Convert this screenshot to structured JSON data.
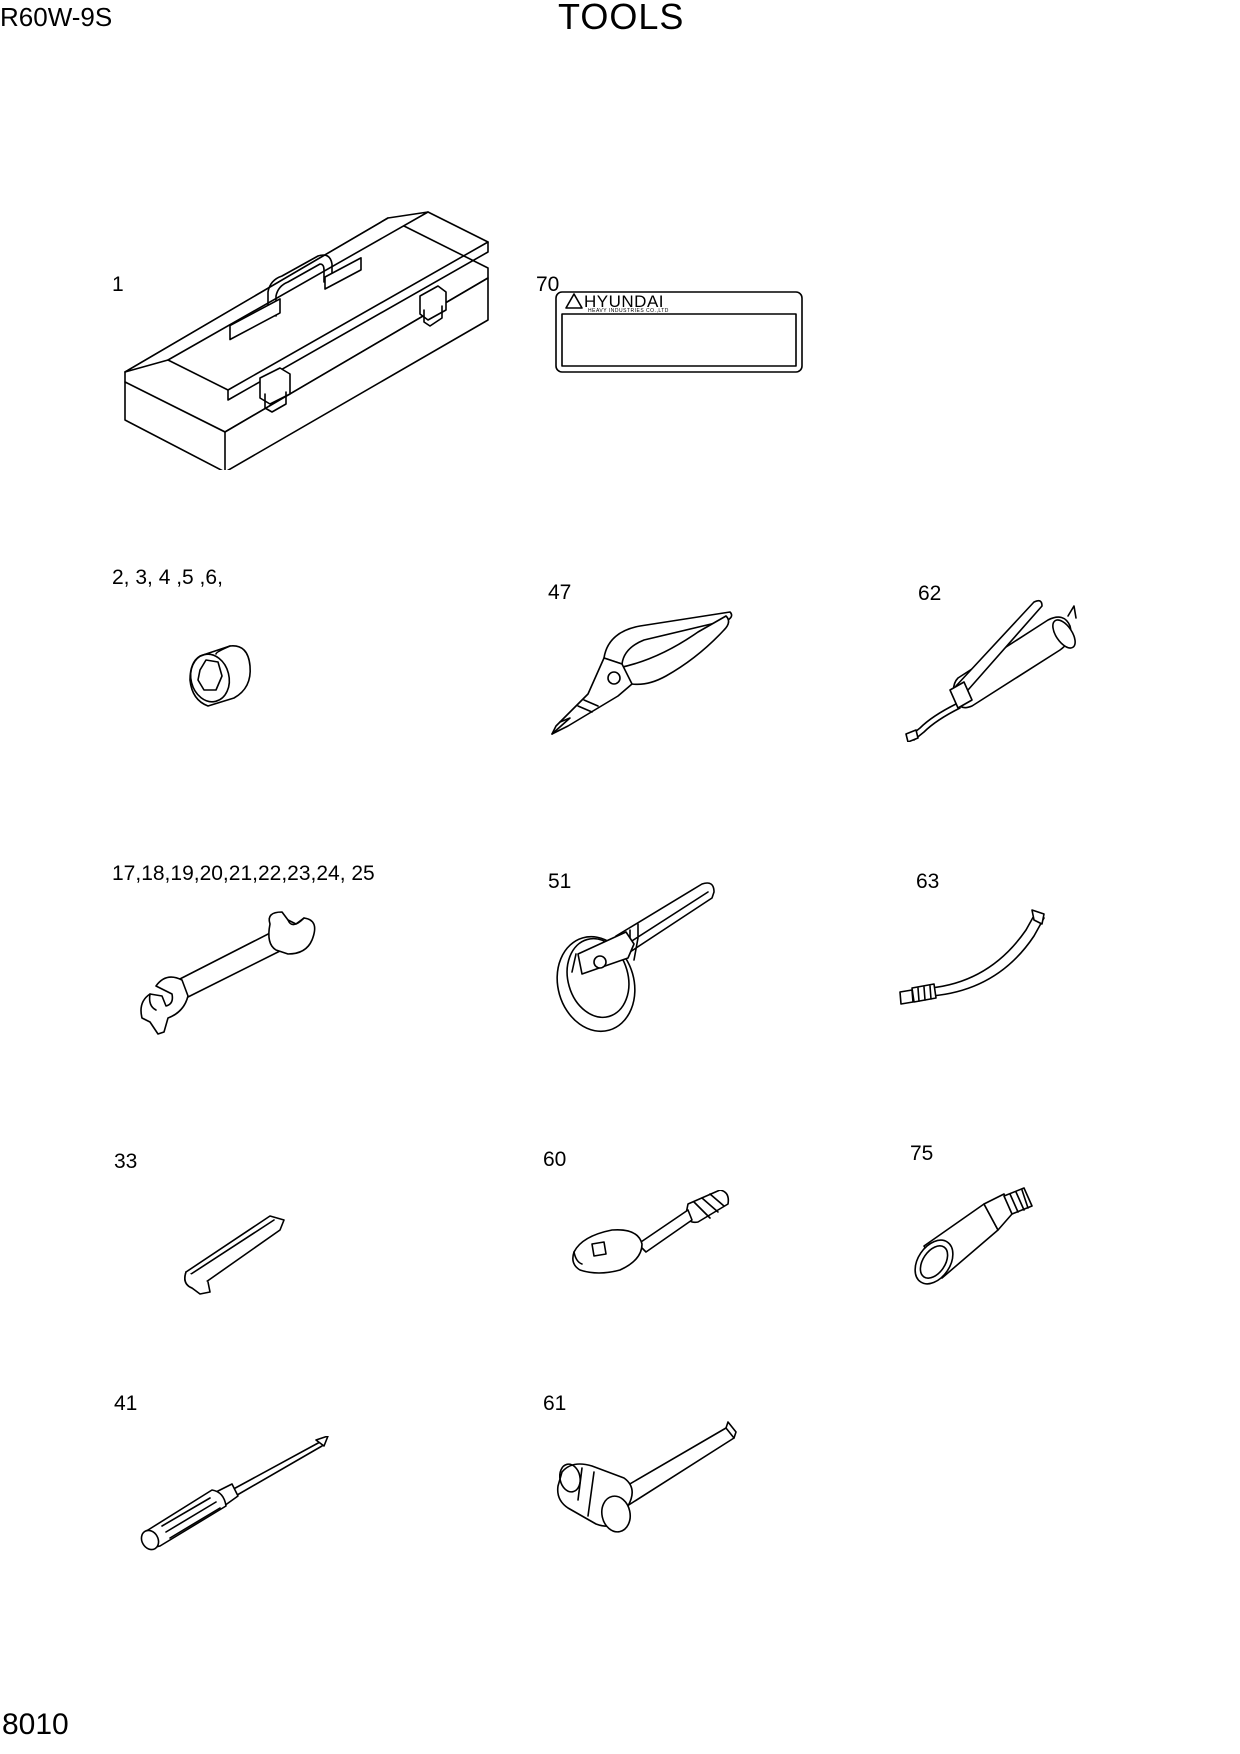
{
  "header": {
    "model": "R60W-9S",
    "title": "TOOLS"
  },
  "footer": {
    "page_number": "8010"
  },
  "decal": {
    "brand": "HYUNDAI",
    "subtext": "HEAVY INDUSTRIES CO.,LTD"
  },
  "parts": [
    {
      "id": "tool-box",
      "label": "1",
      "icon": "toolbox-icon"
    },
    {
      "id": "decal",
      "label": "70",
      "icon": "decal-plate-icon"
    },
    {
      "id": "socket",
      "label": "2, 3, 4 ,5 ,6,",
      "icon": "socket-icon"
    },
    {
      "id": "pliers",
      "label": "47",
      "icon": "pliers-icon"
    },
    {
      "id": "grease-gun",
      "label": "62",
      "icon": "grease-gun-icon"
    },
    {
      "id": "spanner",
      "label": "17,18,19,20,21,22,23,24, 25",
      "icon": "spanner-icon"
    },
    {
      "id": "filter-wrench",
      "label": "51",
      "icon": "filter-wrench-icon"
    },
    {
      "id": "hose",
      "label": "63",
      "icon": "hose-icon"
    },
    {
      "id": "hex-key",
      "label": "33",
      "icon": "hex-key-icon"
    },
    {
      "id": "ratchet",
      "label": "60",
      "icon": "ratchet-handle-icon"
    },
    {
      "id": "adapter",
      "label": "75",
      "icon": "adapter-icon"
    },
    {
      "id": "screwdriver",
      "label": "41",
      "icon": "screwdriver-icon"
    },
    {
      "id": "hammer",
      "label": "61",
      "icon": "hammer-icon"
    }
  ]
}
